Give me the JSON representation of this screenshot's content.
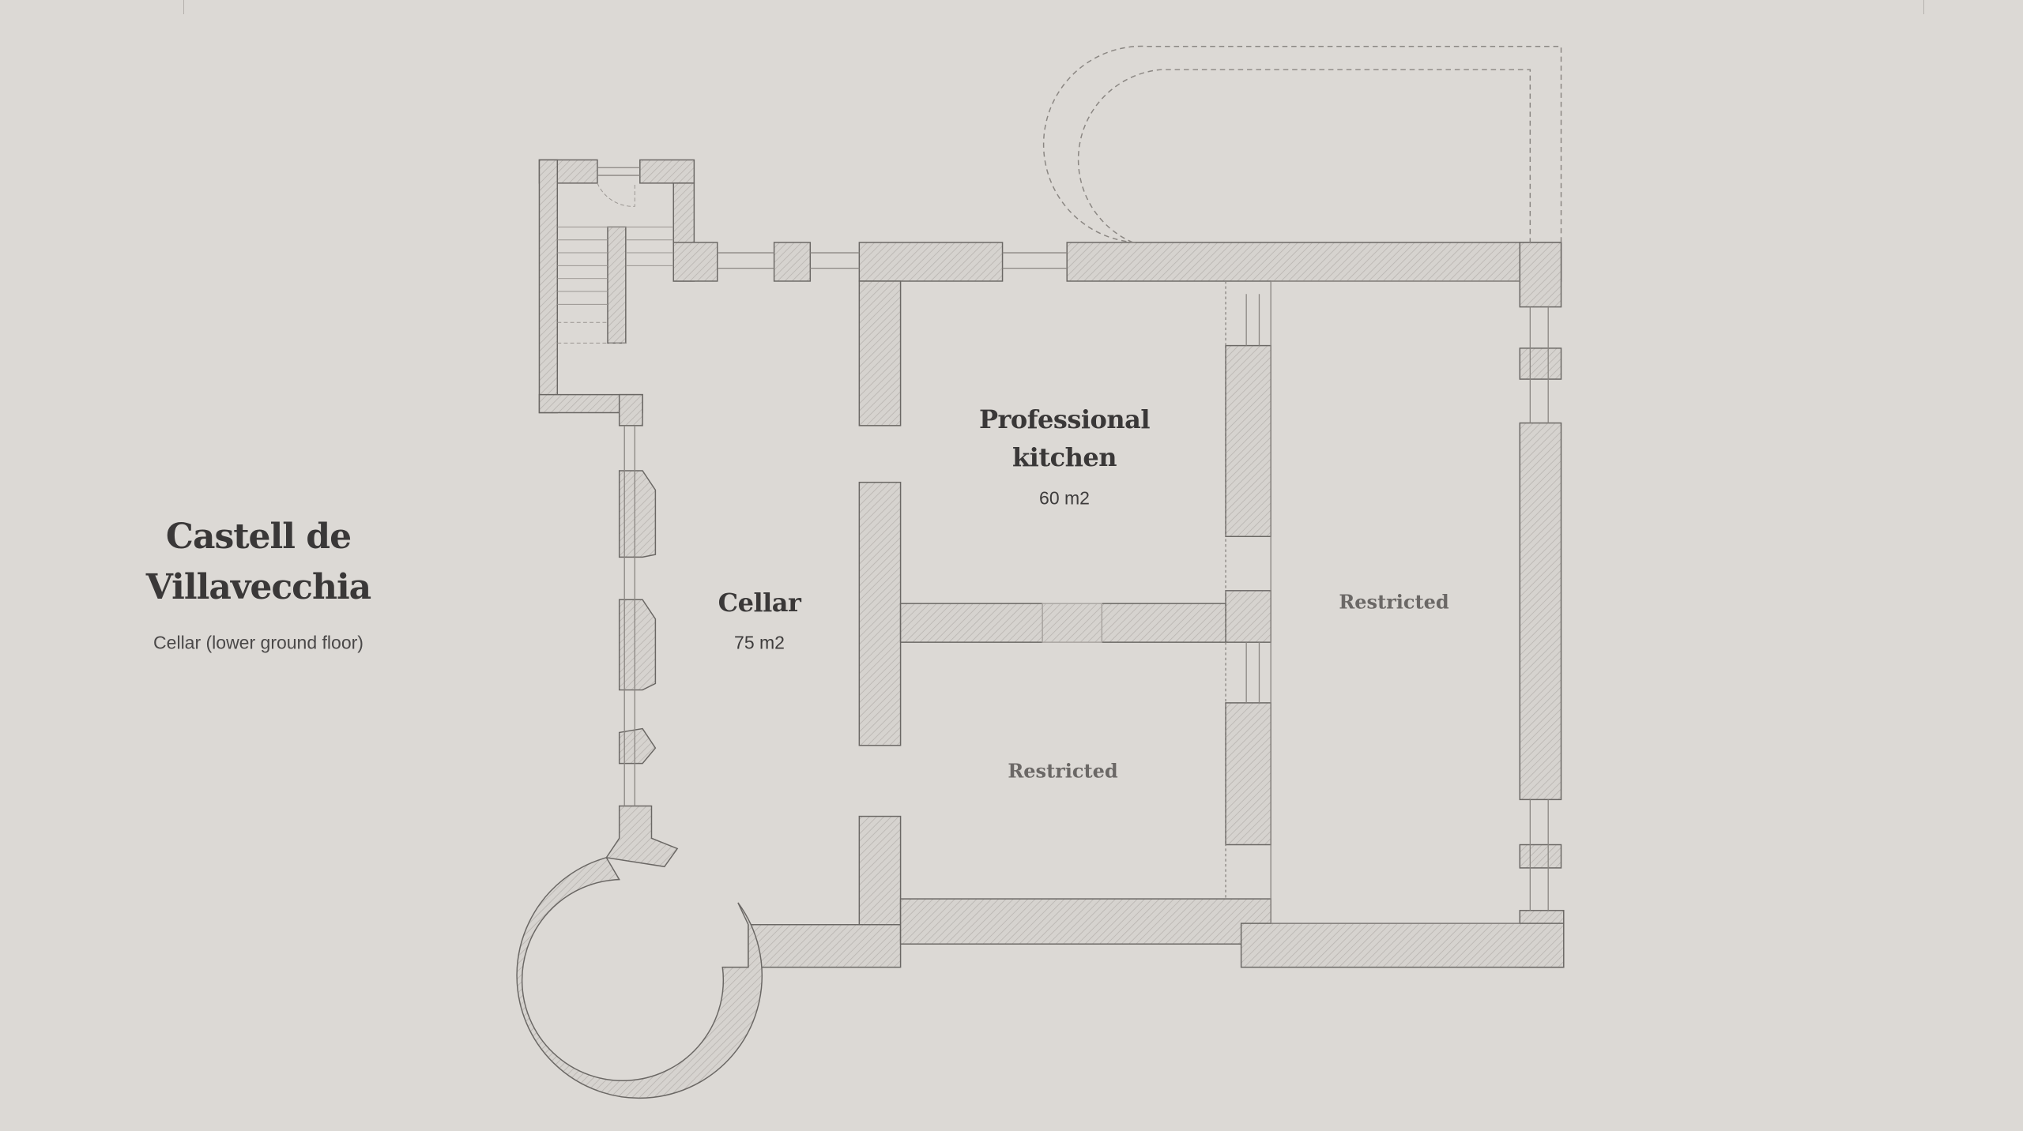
{
  "header": {
    "title_line1": "Castell de",
    "title_line2": "Villavecchia",
    "subtitle": "Cellar (lower ground floor)"
  },
  "rooms": [
    {
      "name": "Cellar",
      "area": "75 m2"
    },
    {
      "name_line1": "Professional",
      "name_line2": "kitchen",
      "area": "60 m2"
    },
    {
      "name": "Restricted"
    },
    {
      "name": "Restricted"
    }
  ],
  "colors": {
    "background": "#dcd9d5",
    "wall_stroke": "#6a6764",
    "hatch": "#b9b5b1",
    "text": "#3a3838"
  }
}
